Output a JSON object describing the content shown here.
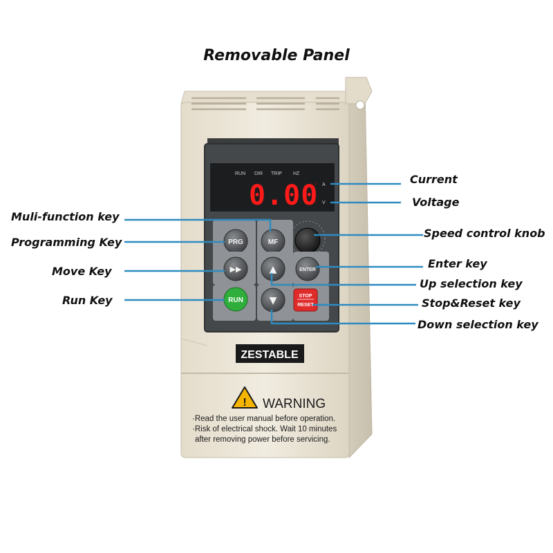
{
  "title": "Removable Panel",
  "display": {
    "indicators": [
      "RUN",
      "DIR",
      "TRIP",
      "HZ"
    ],
    "reading": "0.00",
    "unit_a": "A",
    "unit_v": "V"
  },
  "keys": {
    "prg": "PRG",
    "mf": "MF",
    "move": "▶▶",
    "up": "▲",
    "enter": "ENTER",
    "run": "RUN",
    "down": "▼",
    "stop_line1": "STOP",
    "stop_line2": "RESET"
  },
  "brand": "ZESTABLE",
  "warning": {
    "heading": "WARNING",
    "lines": [
      "·Read  the user manual before operation.",
      "·Risk of electrical shock. Wait 10 minutes",
      "after removing power before servicing."
    ]
  },
  "callouts": {
    "current": "Current",
    "voltage": "Voltage",
    "multi_function": "Muli-function key",
    "programming": "Programming Key",
    "move": "Move Key",
    "run": "Run Key",
    "speed_knob": "Speed control knob",
    "enter": "Enter key",
    "up": "Up selection key",
    "stop_reset": "Stop&Reset key",
    "down": "Down selection key"
  },
  "colors": {
    "line": "#2e8bc0",
    "body": "#ece6d6",
    "panel": "#4a4d50",
    "segment": "#ff1a1a",
    "run_key": "#2fae3c",
    "stop_key": "#e02b2b"
  }
}
